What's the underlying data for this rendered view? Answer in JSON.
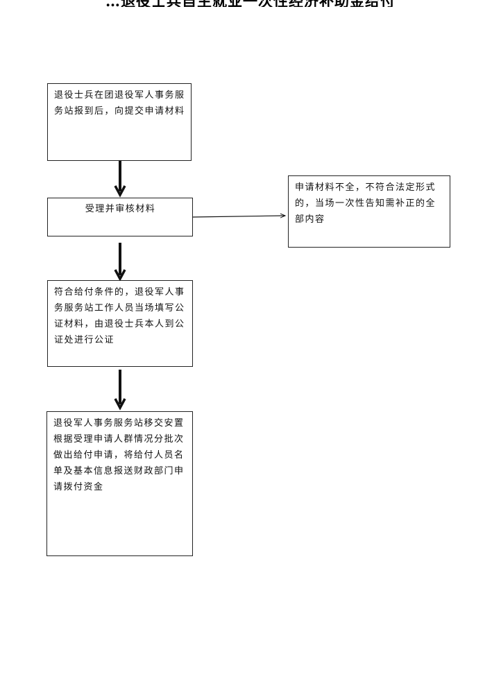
{
  "title": "…退役士兵自主就业一次性经济补助金给付",
  "steps": [
    {
      "text": "退役士兵在团退役军人事务服务站报到后，向提交申请材料"
    },
    {
      "text": "受理并审核材料"
    },
    {
      "text": "符合给付条件的，退役军人事务服务站工作人员当场填写公证材料，由退役士兵本人到公证处进行公证"
    },
    {
      "text": "退役军人事务服务站移交安置根据受理申请人群情况分批次做出给付申请，将给付人员名单及基本信息报送财政部门申请拨付资金"
    }
  ],
  "branch": {
    "text": "申请材料不全，不符合法定形式的，当场一次性告知需补正的全部内容"
  }
}
